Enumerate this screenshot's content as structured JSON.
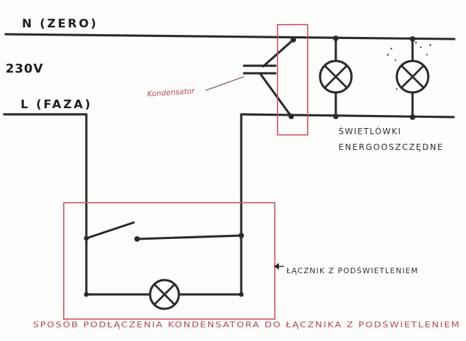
{
  "labels": {
    "neutral": "N (ZERO)",
    "voltage": "230V",
    "phase": "L (FAZA)",
    "capacitor": "Kondensator",
    "lamps_line1": "ŚWIETLÓWKI",
    "lamps_line2": "ENERGOOSZCZĘDNE",
    "switch": "ŁĄCZNIK Z PODŚWIETLENIEM",
    "caption": "SPOSÓB PODŁĄCZENIA KONDENSATORA DO ŁĄCZNIKA Z PODŚWIETLENIEM"
  },
  "colors": {
    "wire": "#2b2b2b",
    "outline": "#cf4a5c",
    "annotation": "#b34a56"
  }
}
